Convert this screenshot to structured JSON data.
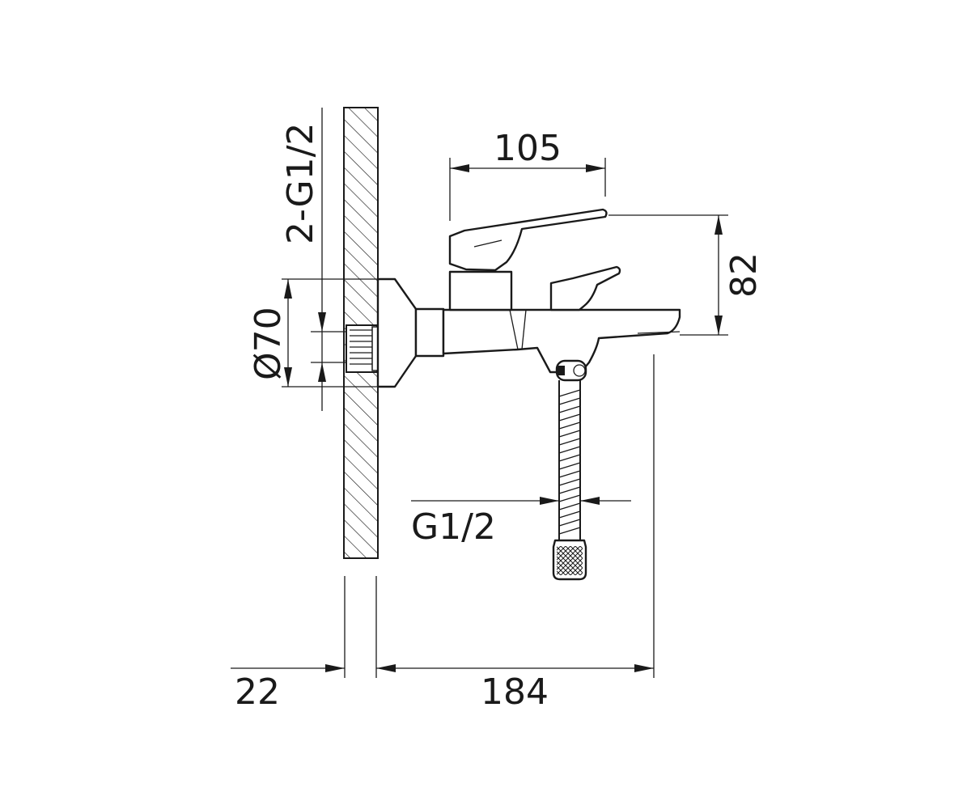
{
  "dimensions": {
    "thread_pair": "2-G1/2",
    "flange_diameter": "Ø70",
    "lever_width": "105",
    "height": "82",
    "hose_thread": "G1/2",
    "wall_offset": "22",
    "total_depth": "184"
  },
  "colors": {
    "line": "#1a1a1a",
    "background": "#ffffff"
  }
}
